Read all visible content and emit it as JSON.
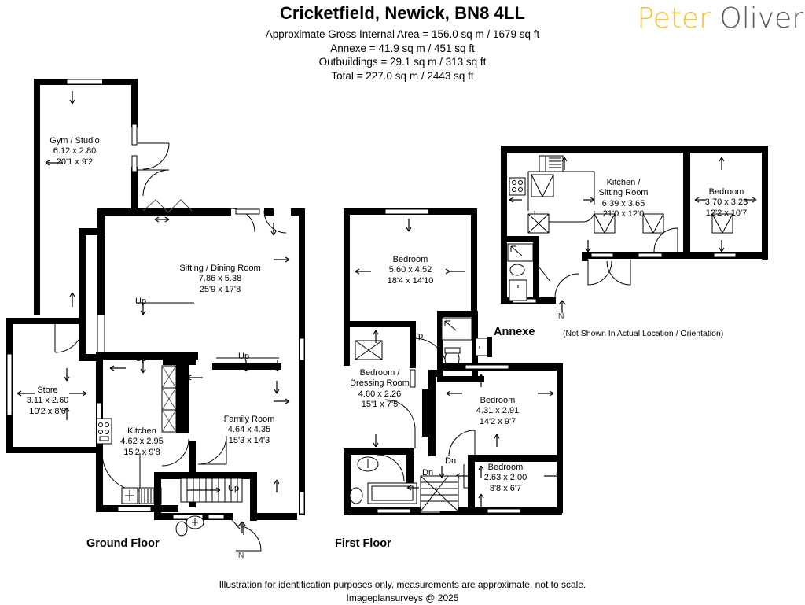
{
  "header": {
    "title": "Cricketfield, Newick, BN8 4LL",
    "area_lines": [
      "Approximate Gross Internal Area = 156.0 sq m / 1679 sq ft",
      "Annexe = 41.9 sq m / 451 sq ft",
      "Outbuildings = 29.1 sq m / 313 sq ft",
      "Total = 227.0 sq m / 2443 sq ft"
    ]
  },
  "logo": {
    "first": "Peter",
    "second": "Oliver",
    "first_color": "#f2c233",
    "second_color": "#58595b"
  },
  "floors": {
    "ground_label": "Ground Floor",
    "first_label": "First Floor",
    "annexe_label": "Annexe",
    "annexe_note": "(Not Shown In Actual Location / Orientation)"
  },
  "rooms": {
    "gym": {
      "name": "Gym / Studio",
      "metric": "6.12 x 2.80",
      "imperial": "20'1 x 9'2"
    },
    "sitting_dining": {
      "name": "Sitting / Dining Room",
      "metric": "7.86 x 5.38",
      "imperial": "25'9 x 17'8"
    },
    "store": {
      "name": "Store",
      "metric": "3.11 x 2.60",
      "imperial": "10'2 x 8'6"
    },
    "kitchen": {
      "name": "Kitchen",
      "metric": "4.62 x 2.95",
      "imperial": "15'2 x 9'8"
    },
    "family": {
      "name": "Family Room",
      "metric": "4.64 x 4.35",
      "imperial": "15'3 x 14'3"
    },
    "bed_main": {
      "name": "Bedroom",
      "metric": "5.60 x 4.52",
      "imperial": "18'4 x 14'10"
    },
    "bed_dressing": {
      "name1": "Bedroom /",
      "name2": "Dressing Room",
      "metric": "4.60 x 2.26",
      "imperial": "15'1 x 7'5"
    },
    "bed_two": {
      "name": "Bedroom",
      "metric": "4.31 x 2.91",
      "imperial": "14'2 x 9'7"
    },
    "bed_three": {
      "name": "Bedroom",
      "metric": "2.63 x 2.00",
      "imperial": "8'8 x 6'7"
    },
    "annexe_kitchen": {
      "name1": "Kitchen /",
      "name2": "Sitting Room",
      "metric": "6.39 x 3.65",
      "imperial": "21'0 x 12'0"
    },
    "annexe_bed": {
      "name": "Bedroom",
      "metric": "3.70 x 3.23",
      "imperial": "12'2 x 10'7"
    }
  },
  "markers": {
    "up": "Up",
    "dn": "Dn",
    "in": "IN"
  },
  "footer": {
    "line1": "Illustration for identification purposes only, measurements are approximate, not to scale.",
    "line2": "Imageplansurveys @ 2025"
  }
}
